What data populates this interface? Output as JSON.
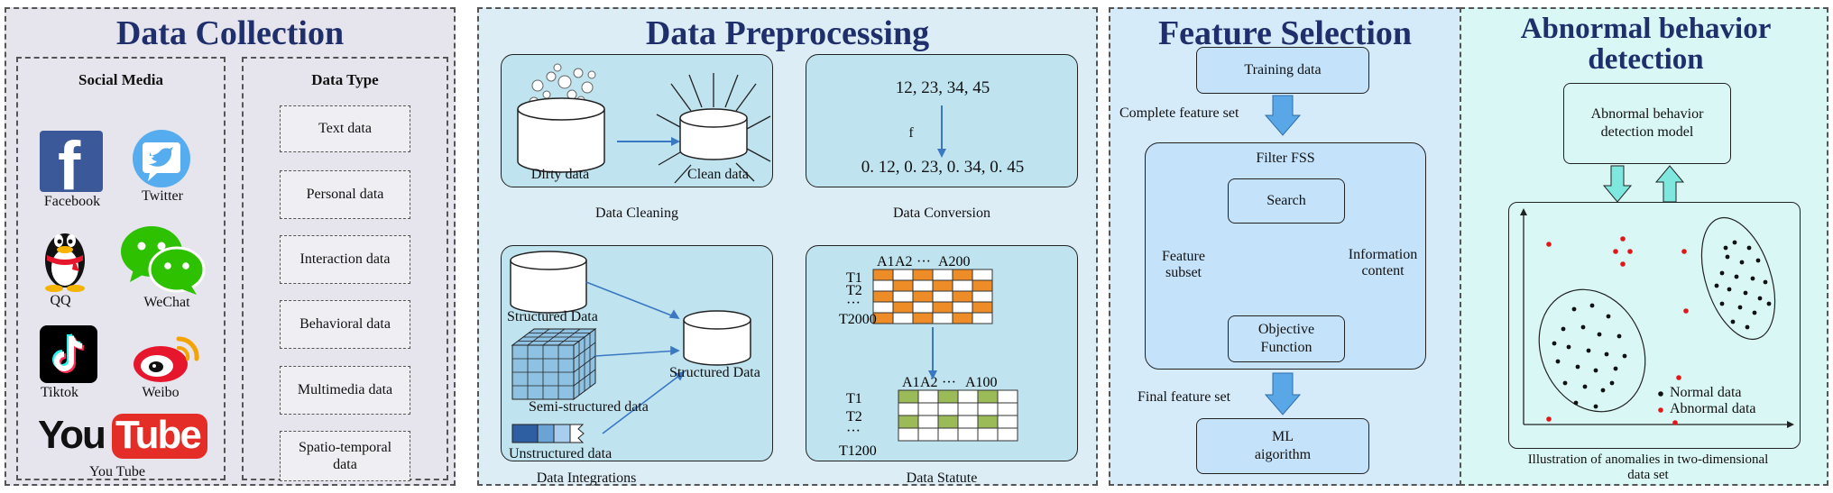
{
  "collection": {
    "title": "Data Collection",
    "social": {
      "heading": "Social Media",
      "apps": [
        {
          "label": "Facebook",
          "logo_text": "f",
          "color": "#3b5998"
        },
        {
          "label": "Twitter",
          "color": "#55acee"
        },
        {
          "label": "QQ",
          "color": "#111111"
        },
        {
          "label": "WeChat",
          "color": "#2dc100"
        },
        {
          "label": "Tiktok",
          "color": "#000000"
        },
        {
          "label": "Weibo",
          "color": "#e6162d"
        },
        {
          "label": "You Tube",
          "logo_text_a": "You",
          "logo_text_b": "Tube",
          "color": "#e52d27"
        }
      ]
    },
    "types": {
      "heading": "Data Type",
      "items": [
        "Text data",
        "Personal data",
        "Interaction data",
        "Behavioral data",
        "Multimedia data",
        "Spatio-temporal data"
      ]
    }
  },
  "preprocessing": {
    "title": "Data Preprocessing",
    "cleaning": {
      "caption": "Data Cleaning",
      "dirty": "Dirty data",
      "clean": "Clean data"
    },
    "conversion": {
      "caption": "Data Conversion",
      "before": "12, 23, 34, 45",
      "func": "f",
      "after": "0. 12, 0. 23, 0. 34, 0. 45"
    },
    "integrations": {
      "caption": "Data Integrations",
      "structured": "Structured Data",
      "semi": "Semi-structured data",
      "unstructured": "Unstructured data",
      "result": "Structured Data"
    },
    "statute": {
      "caption": "Data Statute",
      "top_cols": [
        "A1",
        "A2",
        "···",
        "A200"
      ],
      "top_rows": [
        "T1",
        "T2",
        "···",
        "T2000"
      ],
      "bottom_cols": [
        "A1",
        "A2",
        "···",
        "A100"
      ],
      "bottom_rows": [
        "T1",
        "T2",
        "···",
        "T1200"
      ],
      "orange": "#ee8c27",
      "green": "#9bbb59"
    }
  },
  "feature": {
    "title": "Feature Selection",
    "training": "Training data",
    "complete": "Complete feature set",
    "filter": "Filter FSS",
    "search": "Search",
    "feature_subset": "Feature subset",
    "info_content": "Information content",
    "objective": "Objective Function",
    "final": "Final feature set",
    "ml": "ML aigorithm"
  },
  "detection": {
    "title": "Abnormal behavior detection",
    "model": "Abnormal behavior detection model",
    "legend_normal": "Normal data",
    "legend_abnormal": "Abnormal data",
    "caption": "Illustration of anomalies in two-dimensional data set"
  },
  "colors": {
    "panel_collection": "#e6e4ed",
    "panel_preprocessing": "#dcedf5",
    "panel_feature": "#d6ebfa",
    "panel_detection": "#d9f7f5",
    "arrow_blue": "#5aa7e8",
    "title_navy": "#1f2f6b"
  }
}
